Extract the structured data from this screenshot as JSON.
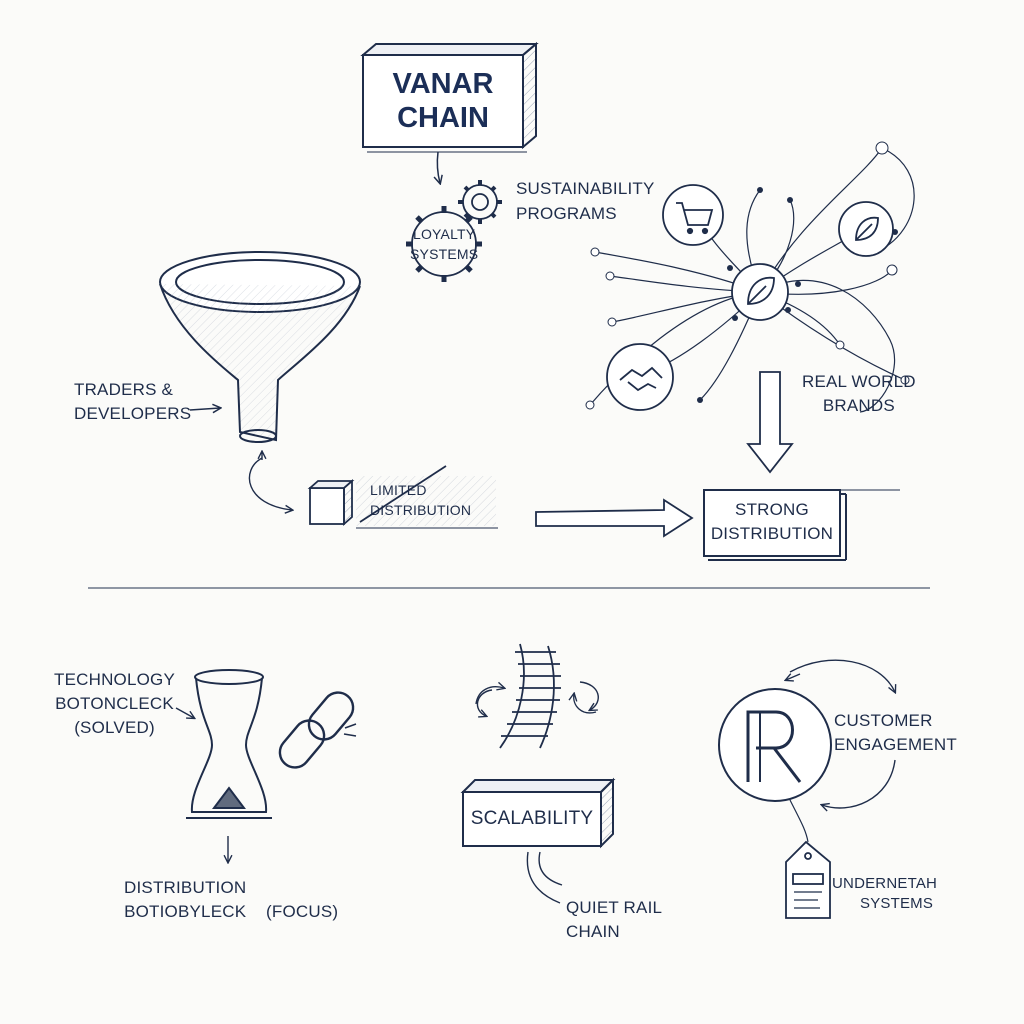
{
  "title": {
    "line1": "VANAR",
    "line2": "CHAIN"
  },
  "top": {
    "gear_right": "SUSTAINABILITY PROGRAMS",
    "gear_left_line1": "LOYALTY",
    "gear_left_line2": "SYSTEMS",
    "funnel_label_line1": "TRADERS &",
    "funnel_label_line2": "DEVELOPERS",
    "limited_line1": "LIMITED",
    "limited_line2": "DISTRIBUTION",
    "brands_line1": "REAL WORLD",
    "brands_line2": "BRANDS",
    "strong_line1": "STRONG",
    "strong_line2": "DISTRIBUTION"
  },
  "bottom": {
    "tech_line1": "TECHNOLOGY",
    "tech_line2": "BOTONCLECK",
    "tech_line3": "(SOLVED)",
    "dist_line1": "DISTRIBUTION",
    "dist_line2": "BOTIOBYLECK",
    "dist_focus": "(FOCUS)",
    "scalability": "SCALABILITY",
    "rail_line1": "QUIET RAIL",
    "rail_line2": "CHAIN",
    "customer_line1": "CUSTOMER",
    "customer_line2": "ENGAGEMENT",
    "under_line1": "UNDERNETAH",
    "under_line2": "SYSTEMS"
  },
  "colors": {
    "ink": "#1f2d4a",
    "title": "#1b2e57",
    "paper": "#fbfbf9"
  },
  "icons": [
    "funnel-icon",
    "gear-icon",
    "cart-icon",
    "leaf-icon",
    "handshake-icon",
    "hourglass-icon",
    "chain-link-icon",
    "rail-track-icon",
    "registered-r-icon",
    "price-tag-icon"
  ]
}
